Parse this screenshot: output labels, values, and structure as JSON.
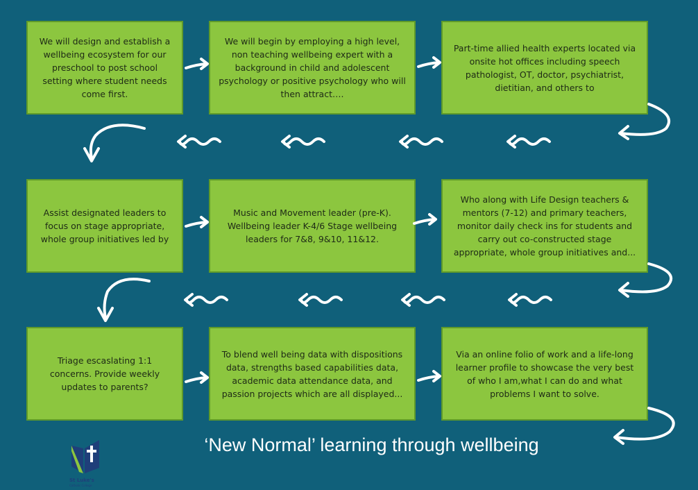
{
  "steps": [
    "We will design and establish a wellbeing ecosystem for our preschool to post school setting where student needs come first.",
    "We will begin by employing a high level, non teaching wellbeing expert with a background in child and adolescent psychology or positive psychology who will then attract….",
    "Part-time allied health experts located via onsite hot offices including speech pathologist, OT, doctor, psychiatrist, dietitian, and others to",
    "Assist designated leaders to focus on stage appropriate, whole group initiatives led by",
    "Music and Movement leader (pre-K). Wellbeing leader K-4/6 Stage wellbeing leaders for 7&8, 9&10, 11&12.",
    "Who along with Life Design teachers & mentors (7-12) and primary teachers, monitor daily check ins for students and carry out co-constructed stage appropriate, whole group initiatives and...",
    "Triage escaslating 1:1 concerns. Provide weekly updates to parents?",
    "To blend well being data with dispositions data, strengths based capabilities data, academic data  attendance data,  and passion projects which  are all displayed...",
    "Via an online folio of work and a life-long learner profile to showcase the very best of who I am,what I can do and what problems I want to solve."
  ],
  "title": "‘New Normal’ learning through wellbeing",
  "logo": {
    "name": "St Luke's",
    "subtitle": "Catholic College"
  },
  "colors": {
    "background": "#10607a",
    "box": "#8cc63f",
    "arrow": "#ffffff"
  }
}
